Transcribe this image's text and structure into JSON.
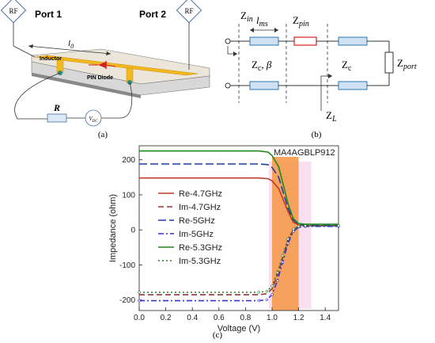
{
  "panel_a": {
    "port1": "Port 1",
    "port2": "Port 2",
    "rf_left": "RF",
    "rf_right": "RF",
    "length_label": "l",
    "length_sub": "0",
    "inductor": "Inductor",
    "pin_diode": "PIN Diode",
    "resistor": "R",
    "vdc_main": "V",
    "vdc_sub": "DC",
    "caption": "(a)"
  },
  "panel_b": {
    "z_in_main": "Z",
    "z_in_sub": "in",
    "l_ms_main": "l",
    "l_ms_sub": "ms",
    "z_pin_main": "Z",
    "z_pin_sub": "pin",
    "zc_beta": "Z",
    "zc_beta_sub": "c",
    "beta": ", β",
    "zc_main": "Z",
    "zc_sub": "c",
    "z_port_main": "Z",
    "z_port_sub": "port",
    "z_l_main": "Z",
    "z_l_sub": "L",
    "caption": "(b)"
  },
  "chart_data": {
    "type": "line",
    "xlabel": "Voltage (V)",
    "ylabel": "Impedance (ohm)",
    "xlim": [
      0.0,
      1.5
    ],
    "ylim": [
      -230,
      240
    ],
    "xticks": [
      "0.0",
      "0.2",
      "0.4",
      "0.6",
      "0.8",
      "1.0",
      "1.2",
      "1.4"
    ],
    "yticks": [
      "200",
      "100",
      "0",
      "-100",
      "-200"
    ],
    "annotation": "MA4AGBLP912",
    "highlight_band": [
      1.0,
      1.2
    ],
    "legend_position": "left",
    "series": [
      {
        "name": "Re-4.7GHz",
        "color": "#c0392b",
        "style": "solid",
        "x": [
          0,
          0.9,
          0.97,
          1.0,
          1.05,
          1.08,
          1.12,
          1.16,
          1.2,
          1.25,
          1.5
        ],
        "y": [
          148,
          148,
          146,
          140,
          118,
          90,
          52,
          22,
          14,
          12,
          12
        ]
      },
      {
        "name": "Im-4.7GHz",
        "color": "#8b3a3a",
        "style": "dash",
        "x": [
          0,
          0.9,
          0.96,
          1.0,
          1.04,
          1.08,
          1.12,
          1.16,
          1.2,
          1.25,
          1.5
        ],
        "y": [
          -185,
          -185,
          -182,
          -168,
          -130,
          -80,
          -30,
          0,
          10,
          12,
          12
        ]
      },
      {
        "name": "Re-5GHz",
        "color": "#1f3fa0",
        "style": "longdash",
        "x": [
          0,
          0.9,
          0.97,
          1.0,
          1.05,
          1.08,
          1.12,
          1.16,
          1.2,
          1.25,
          1.5
        ],
        "y": [
          188,
          188,
          186,
          178,
          150,
          112,
          62,
          28,
          16,
          14,
          14
        ]
      },
      {
        "name": "Im-5GHz",
        "color": "#3b2fd6",
        "style": "dashdot",
        "x": [
          0,
          0.9,
          0.96,
          1.0,
          1.04,
          1.08,
          1.12,
          1.16,
          1.2,
          1.25,
          1.5
        ],
        "y": [
          -202,
          -202,
          -199,
          -185,
          -145,
          -92,
          -38,
          -4,
          8,
          10,
          10
        ]
      },
      {
        "name": "Re-5.3GHz",
        "color": "#1e8c1e",
        "style": "solid",
        "x": [
          0,
          0.9,
          0.97,
          1.0,
          1.05,
          1.08,
          1.12,
          1.16,
          1.2,
          1.25,
          1.5
        ],
        "y": [
          225,
          225,
          222,
          212,
          180,
          135,
          75,
          32,
          18,
          16,
          16
        ]
      },
      {
        "name": "Im-5.3GHz",
        "color": "#2a7a2a",
        "style": "dot",
        "x": [
          0,
          0.9,
          0.96,
          1.0,
          1.04,
          1.08,
          1.12,
          1.16,
          1.2,
          1.25,
          1.5
        ],
        "y": [
          -178,
          -178,
          -175,
          -160,
          -122,
          -74,
          -26,
          2,
          10,
          12,
          12
        ]
      }
    ]
  },
  "caption_c": "(c)"
}
